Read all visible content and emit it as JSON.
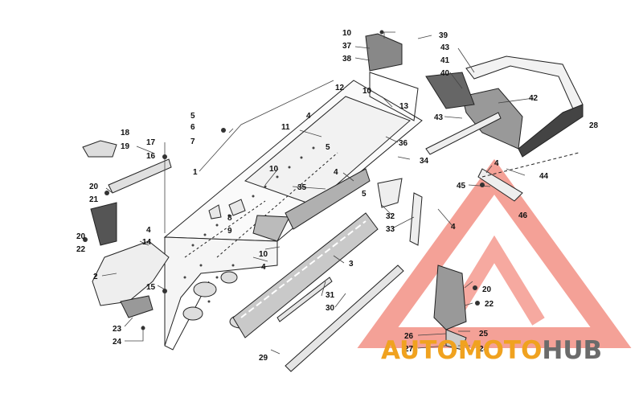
{
  "callouts": [
    {
      "id": "c1",
      "text": "1"
    },
    {
      "id": "c2",
      "text": "2"
    },
    {
      "id": "c3",
      "text": "3"
    },
    {
      "id": "c4a",
      "text": "4"
    },
    {
      "id": "c4b",
      "text": "4"
    },
    {
      "id": "c4c",
      "text": "4"
    },
    {
      "id": "c4d",
      "text": "4"
    },
    {
      "id": "c4e",
      "text": "4"
    },
    {
      "id": "c4f",
      "text": "4"
    },
    {
      "id": "c5a",
      "text": "5"
    },
    {
      "id": "c5b",
      "text": "5"
    },
    {
      "id": "c5c",
      "text": "5"
    },
    {
      "id": "c6",
      "text": "6"
    },
    {
      "id": "c7",
      "text": "7"
    },
    {
      "id": "c8",
      "text": "8"
    },
    {
      "id": "c9",
      "text": "9"
    },
    {
      "id": "c10a",
      "text": "10"
    },
    {
      "id": "c10b",
      "text": "10"
    },
    {
      "id": "c10c",
      "text": "10"
    },
    {
      "id": "c10d",
      "text": "10"
    },
    {
      "id": "c11",
      "text": "11"
    },
    {
      "id": "c12",
      "text": "12"
    },
    {
      "id": "c13",
      "text": "13"
    },
    {
      "id": "c14",
      "text": "14"
    },
    {
      "id": "c15",
      "text": "15"
    },
    {
      "id": "c16",
      "text": "16"
    },
    {
      "id": "c17",
      "text": "17"
    },
    {
      "id": "c18",
      "text": "18"
    },
    {
      "id": "c19",
      "text": "19"
    },
    {
      "id": "c20a",
      "text": "20"
    },
    {
      "id": "c20b",
      "text": "20"
    },
    {
      "id": "c20c",
      "text": "20"
    },
    {
      "id": "c21",
      "text": "21"
    },
    {
      "id": "c22a",
      "text": "22"
    },
    {
      "id": "c22b",
      "text": "22"
    },
    {
      "id": "c23",
      "text": "23"
    },
    {
      "id": "c24a",
      "text": "24"
    },
    {
      "id": "c24b",
      "text": "24"
    },
    {
      "id": "c25",
      "text": "25"
    },
    {
      "id": "c26",
      "text": "26"
    },
    {
      "id": "c27",
      "text": "27"
    },
    {
      "id": "c28",
      "text": "28"
    },
    {
      "id": "c29",
      "text": "29"
    },
    {
      "id": "c30",
      "text": "30"
    },
    {
      "id": "c31",
      "text": "31"
    },
    {
      "id": "c32",
      "text": "32"
    },
    {
      "id": "c33",
      "text": "33"
    },
    {
      "id": "c34",
      "text": "34"
    },
    {
      "id": "c35",
      "text": "35"
    },
    {
      "id": "c36",
      "text": "36"
    },
    {
      "id": "c37",
      "text": "37"
    },
    {
      "id": "c38",
      "text": "38"
    },
    {
      "id": "c39",
      "text": "39"
    },
    {
      "id": "c40",
      "text": "40"
    },
    {
      "id": "c41",
      "text": "41"
    },
    {
      "id": "c42",
      "text": "42"
    },
    {
      "id": "c43a",
      "text": "43"
    },
    {
      "id": "c43b",
      "text": "43"
    },
    {
      "id": "c44",
      "text": "44"
    },
    {
      "id": "c45",
      "text": "45"
    },
    {
      "id": "c46",
      "text": "46"
    }
  ],
  "watermark": {
    "part1": "AUTO",
    "part2": "MOTO",
    "part3": "HUB",
    "colors": {
      "orange": "#f0a21f",
      "gray": "#6b6b6b",
      "red": "#e9402b"
    }
  }
}
